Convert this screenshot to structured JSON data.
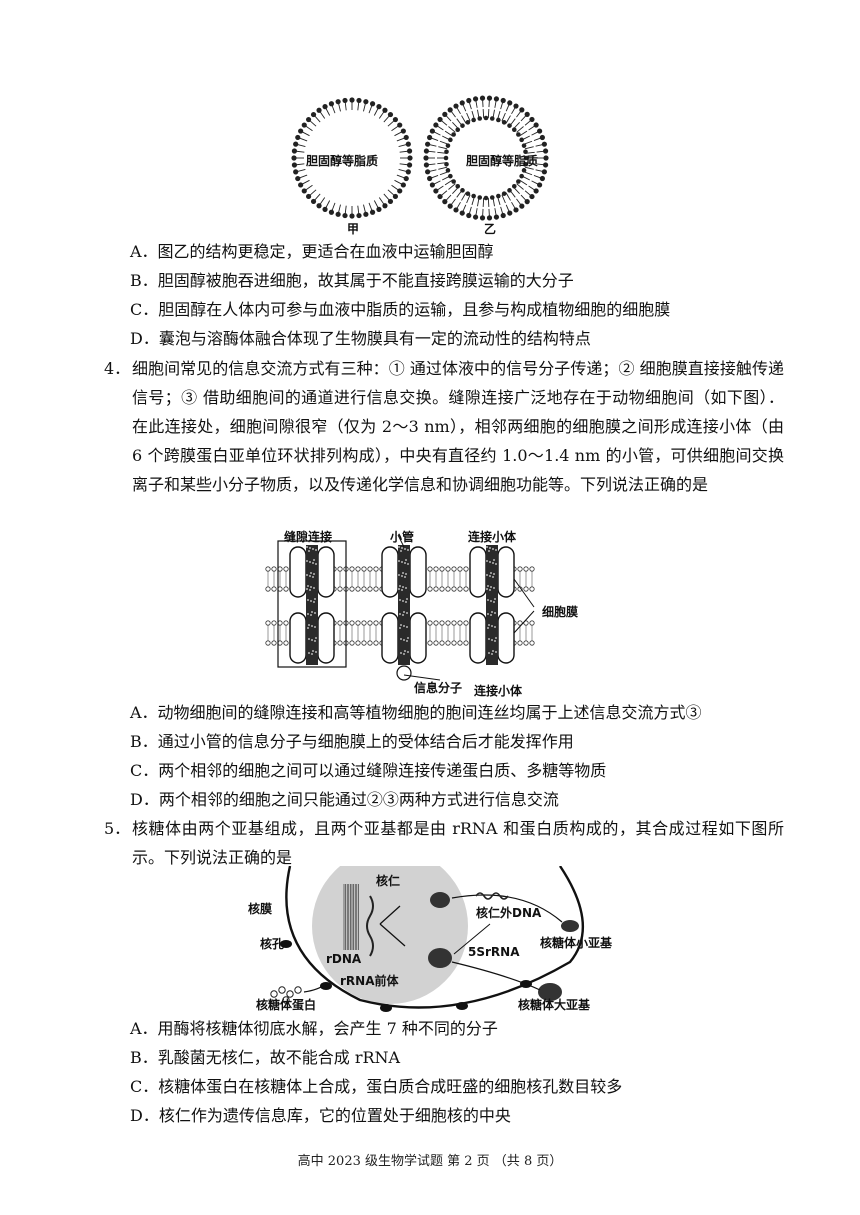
{
  "figure1": {
    "left_label": "胆固醇等脂质",
    "right_label": "胆固醇等脂质",
    "left_tag": "甲",
    "right_tag": "乙"
  },
  "q3_options": [
    "A．图乙的结构更稳定，更适合在血液中运输胆固醇",
    "B．胆固醇被胞吞进细胞，故其属于不能直接跨膜运输的大分子",
    "C．胆固醇在人体内可参与血液中脂质的运输，且参与构成植物细胞的细胞膜",
    "D．囊泡与溶酶体融合体现了生物膜具有一定的流动性的结构特点"
  ],
  "q4": {
    "number": "4．",
    "text": "细胞间常见的信息交流方式有三种：① 通过体液中的信号分子传递；② 细胞膜直接接触传递信号；③ 借助细胞间的通道进行信息交换。缝隙连接广泛地存在于动物细胞间（如下图）．在此连接处，细胞间隙很窄（仅为 2～3 nm），相邻两细胞的细胞膜之间形成连接小体（由 6 个跨膜蛋白亚单位环状排列构成），中央有直径约 1.0～1.4 nm 的小管，可供细胞间交换离子和某些小分子物质，以及传递化学信息和协调细胞功能等。下列说法正确的是",
    "figure": {
      "gap_junction": "缝隙连接",
      "tube": "小管",
      "connexon_top": "连接小体",
      "membrane": "细胞膜",
      "signal": "信息分子",
      "connexon_bottom": "连接小体"
    },
    "options": [
      "A．动物细胞间的缝隙连接和高等植物细胞的胞间连丝均属于上述信息交流方式③",
      "B．通过小管的信息分子与细胞膜上的受体结合后才能发挥作用",
      "C．两个相邻的细胞之间可以通过缝隙连接传递蛋白质、多糖等物质",
      "D．两个相邻的细胞之间只能通过②③两种方式进行信息交流"
    ]
  },
  "q5": {
    "number": "5．",
    "text": "核糖体由两个亚基组成，且两个亚基都是由 rRNA 和蛋白质构成的，其合成过程如下图所示。下列说法正确的是",
    "figure": {
      "nucleolus": "核仁",
      "nuclear_membrane": "核膜",
      "nuclear_pore": "核孔",
      "rdna": "rDNA",
      "rrna_precursor": "rRNA前体",
      "extra_dna": "核仁外DNA",
      "srna": "5SrRNA",
      "small_subunit": "核糖体小亚基",
      "large_subunit": "核糖体大亚基",
      "ribo_protein": "核糖体蛋白"
    },
    "options": [
      "A．用酶将核糖体彻底水解，会产生 7 种不同的分子",
      "B．乳酸菌无核仁，故不能合成 rRNA",
      "C．核糖体蛋白在核糖体上合成，蛋白质合成旺盛的细胞核孔数目较多",
      "D．核仁作为遗传信息库，它的位置处于细胞核的中央"
    ]
  },
  "footer": "高中 2023 级生物学试题 第 2 页 （共 8 页）"
}
